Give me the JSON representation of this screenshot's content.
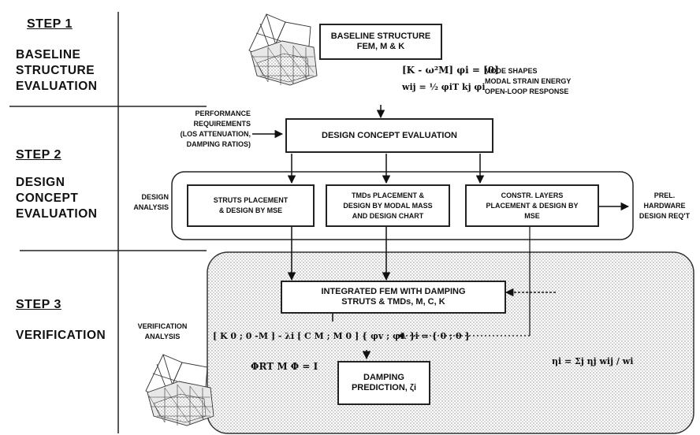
{
  "steps": [
    {
      "title": "STEP 1",
      "name": [
        "BASELINE",
        "STRUCTURE",
        "EVALUATION"
      ]
    },
    {
      "title": "STEP 2",
      "name": [
        "DESIGN",
        "CONCEPT",
        "EVALUATION"
      ]
    },
    {
      "title": "STEP 3",
      "name": [
        "VERIFICATION"
      ]
    }
  ],
  "boxes": {
    "baseline": [
      "BASELINE STRUCTURE",
      "FEM, M & K"
    ],
    "design_concept": "DESIGN CONCEPT EVALUATION",
    "struts": [
      "STRUTS PLACEMENT",
      "& DESIGN BY MSE"
    ],
    "tmds": [
      "TMDs PLACEMENT &",
      "DESIGN BY MODAL MASS",
      "AND DESIGN CHART"
    ],
    "constr_layers": [
      "CONSTR. LAYERS",
      "PLACEMENT & DESIGN BY",
      "MSE"
    ],
    "integrated": [
      "INTEGRATED FEM WITH DAMPING",
      "STRUTS & TMDs, M, C, K"
    ],
    "damping": [
      "DAMPING",
      "PREDICTION, ζi"
    ]
  },
  "labels": {
    "outputs": [
      "MODE SHAPES",
      "MODAL STRAIN ENERGY",
      "OPEN-LOOP RESPONSE"
    ],
    "performance": [
      "PERFORMANCE",
      "REQUIREMENTS",
      "(LOS ATTENUATION,",
      "DAMPING RATIOS)"
    ],
    "design_analysis": [
      "DESIGN",
      "ANALYSIS"
    ],
    "prel_hardware": [
      "PREL.",
      "HARDWARE",
      "DESIGN REQ'T"
    ],
    "verification_analysis": [
      "VERIFICATION",
      "ANALYSIS"
    ]
  },
  "equations": {
    "eigen": "[K - ω²M] φi = [0]",
    "strain_energy": "wij = ½ φiT kj φi",
    "state_space": "[ K 0 ; 0 -M ] - λi [ C M ; M 0 ] { φv ; φλ }i = { 0 ; 0 }",
    "modal": "ΦRT M Φ = I",
    "loss_factor": "ηi = Σj ηj wij / wi"
  },
  "colors": {
    "ink": "#111111",
    "stipple": "#9a9a9a"
  }
}
